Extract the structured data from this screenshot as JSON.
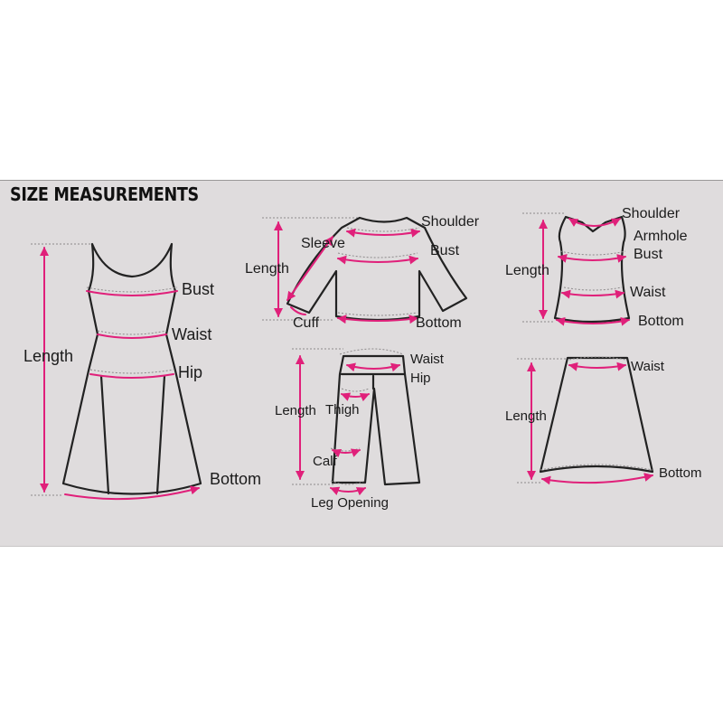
{
  "title": "SIZE MEASUREMENTS",
  "colors": {
    "background": "#dfdcdd",
    "outline": "#222222",
    "measure": "#e0207a",
    "guide": "#8d8a8b"
  },
  "garments": {
    "dress": {
      "icon": "dress-icon",
      "labels": {
        "bust": "Bust",
        "waist": "Waist",
        "hip": "Hip",
        "length": "Length",
        "bottom": "Bottom"
      }
    },
    "shirt": {
      "icon": "long-sleeve-top-icon",
      "labels": {
        "shoulder": "Shoulder",
        "sleeve": "Sleeve",
        "bust": "Bust",
        "length": "Length",
        "cuff": "Cuff",
        "bottom": "Bottom"
      }
    },
    "tank": {
      "icon": "tank-top-icon",
      "labels": {
        "shoulder": "Shoulder",
        "armhole": "Armhole",
        "bust": "Bust",
        "length": "Length",
        "waist": "Waist",
        "bottom": "Bottom"
      }
    },
    "pants": {
      "icon": "pants-icon",
      "labels": {
        "waist": "Waist",
        "hip": "Hip",
        "length": "Length",
        "thigh": "Thigh",
        "calf": "Calf",
        "leg_opening": "Leg Opening"
      }
    },
    "skirt": {
      "icon": "skirt-icon",
      "labels": {
        "waist": "Waist",
        "length": "Length",
        "bottom": "Bottom"
      }
    }
  }
}
